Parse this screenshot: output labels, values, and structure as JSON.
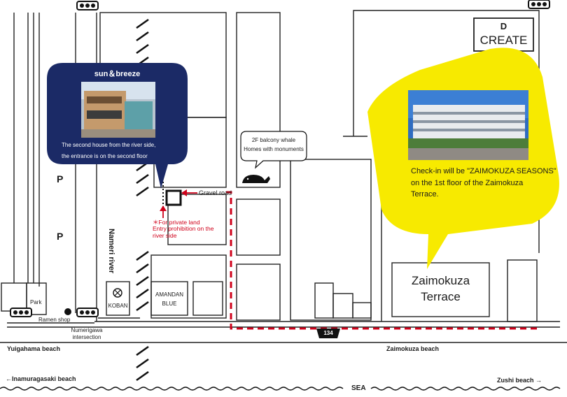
{
  "sun_breeze": {
    "title": "sun＆breeze",
    "caption_line1": "The second house from the river side,",
    "caption_line2": "the entrance is on the second floor"
  },
  "whale_note": {
    "line1": "2F balcony whale",
    "line2": "Homes with monuments"
  },
  "gravel_road": "Gravel road",
  "private_land": {
    "line1": "＊For private land",
    "line2": "Entry prohibition on the",
    "line3": "river side"
  },
  "river": "Nameri river",
  "checkin_note": {
    "line1": "Check-in will be \"ZAIMOKUZA SEASONS\"",
    "line2": "on the 1st floor of the Zaimokuza",
    "line3": "Terrace."
  },
  "d_create": {
    "line1": "D",
    "line2": "CREATE"
  },
  "zaimokuza_terrace": {
    "line1": "Zaimokuza",
    "line2": "Terrace"
  },
  "koban": "KOBAN",
  "amandan": {
    "line1": "AMANDAN",
    "line2": "BLUE"
  },
  "parking": {
    "p1": "P",
    "p2": "P"
  },
  "park": "Park",
  "ramen_shop": "Ramen shop",
  "intersection": {
    "line1": "Numerigawa",
    "line2": "intersection"
  },
  "route": "134",
  "yuigahama": "Yuigahama beach",
  "zaimokuza_beach": "Zaimokuza beach",
  "inamuragasaki": "←Inamuragasaki beach",
  "zushi": "Zushi beach →",
  "sea": "SEA",
  "colors": {
    "navy": "#1b2a66",
    "yellow": "#f7ea00",
    "red_route": "#d0021b"
  }
}
